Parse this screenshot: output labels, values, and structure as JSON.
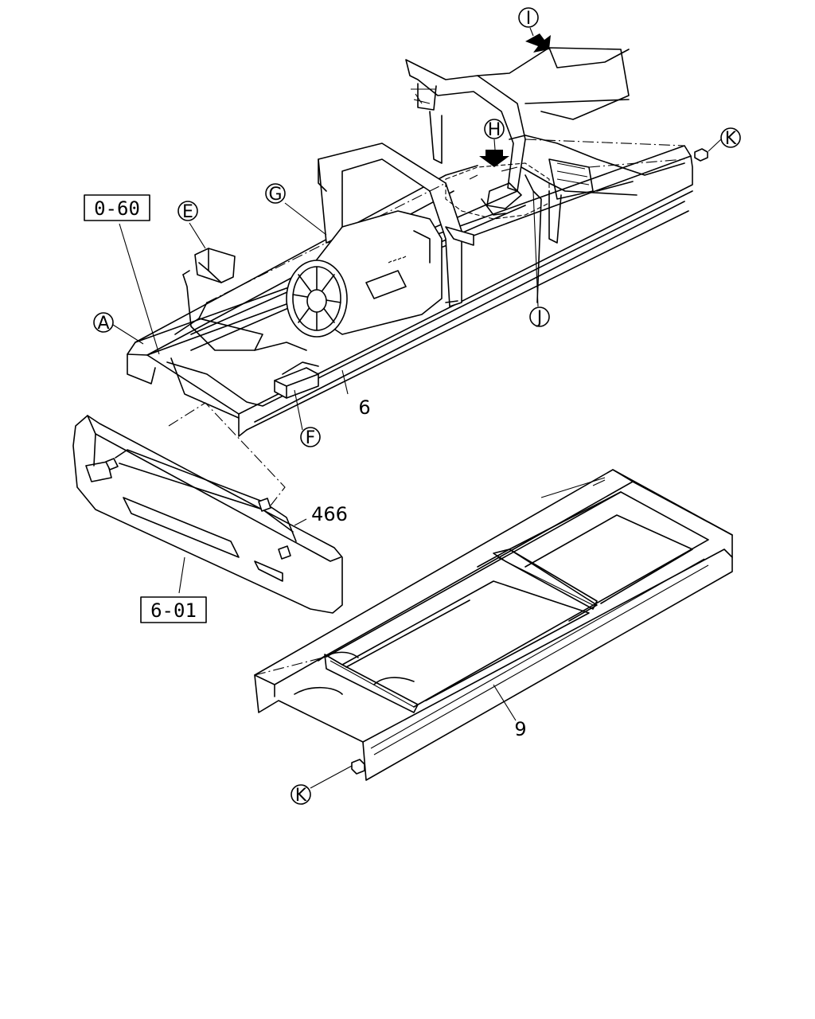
{
  "callouts": {
    "A": "A",
    "E": "E",
    "F": "F",
    "G": "G",
    "H": "H",
    "I": "I",
    "J": "J",
    "K_top": "K",
    "K_bottom": "K"
  },
  "part_numbers": {
    "harness_front": "6",
    "bumper_harness": "466",
    "rear_harness": "9"
  },
  "references": {
    "ref_0_60": "0-60",
    "ref_6_01": "6-01"
  }
}
